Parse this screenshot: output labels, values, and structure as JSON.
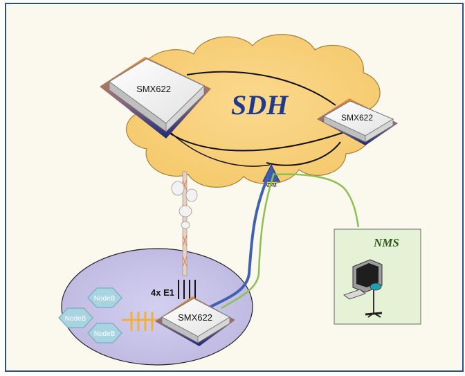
{
  "network": {
    "cloud_label": "SDH",
    "adm_label": "ADM",
    "node_top_left": "SMX622",
    "node_right": "SMX622",
    "node_bottom": "SMX622",
    "e1_label": "4x E1",
    "nms_label": "NMS",
    "nodeb_labels": [
      "NodeB",
      "NodeB",
      "NodeB"
    ]
  },
  "colors": {
    "frame": "#2c4c8c",
    "background": "#fbf8ee",
    "cloud": "#f8cf7a",
    "ellipse": "#c7c2e6",
    "blue_link": "#4060b0",
    "green_link": "#8cc050",
    "nms_panel": "#e6f2d6",
    "nodeb_fill": "#a8d4e2"
  }
}
